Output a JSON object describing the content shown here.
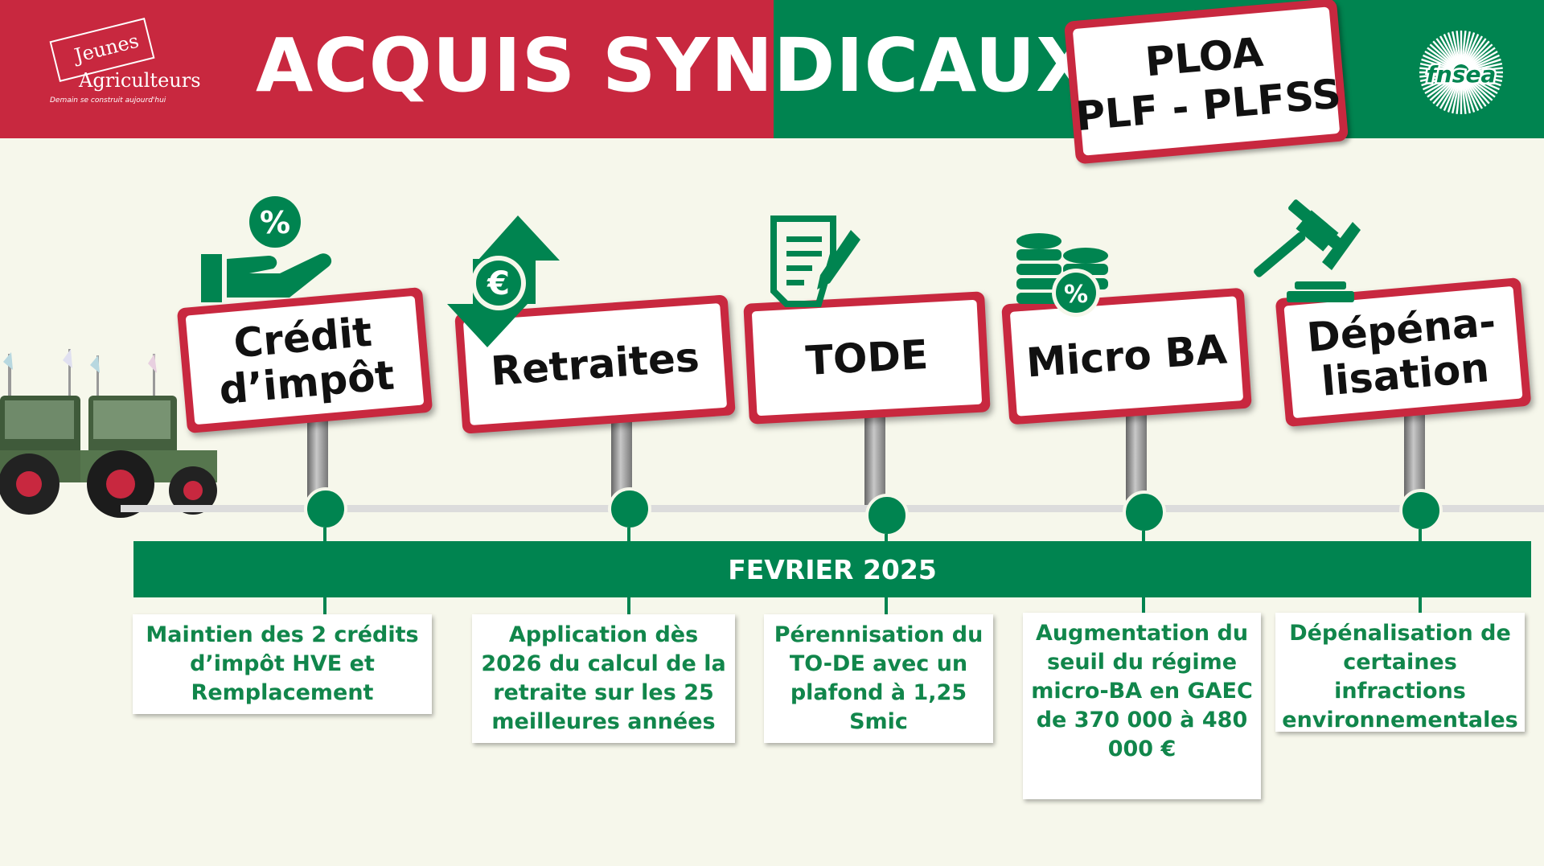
{
  "header": {
    "title": "ACQUIS SYNDICAUX",
    "logo_left": {
      "line1": "Jeunes",
      "line2": "Agriculteurs",
      "tagline": "Demain se construit aujourd'hui"
    },
    "logo_right": {
      "text": "fnsea"
    },
    "sign": {
      "line1": "PLOA",
      "line2": "PLF - PLFSS"
    }
  },
  "timeline": {
    "label": "FEVRIER 2025",
    "items": [
      {
        "sign_lines": [
          "Crédit",
          "d’impôt"
        ],
        "icon": "hand-percent-icon",
        "description": "Maintien des 2 crédits d’impôt HVE et Remplacement"
      },
      {
        "sign_lines": [
          "Retraites"
        ],
        "icon": "euro-arrows-icon",
        "description": "Application dès 2026 du calcul de la retraite sur les 25 meilleures années"
      },
      {
        "sign_lines": [
          "TODE"
        ],
        "icon": "document-pen-icon",
        "description": "Pérennisation du TO-DE avec un plafond à  1,25 Smic"
      },
      {
        "sign_lines": [
          "Micro BA"
        ],
        "icon": "coins-percent-icon",
        "description": "Augmentation du seuil du régime micro-BA en GAEC de 370 000 à 480 000 €"
      },
      {
        "sign_lines": [
          "Dépéna-",
          "lisation"
        ],
        "icon": "gavel-icon",
        "description": "Dépénalisation de certaines infractions environnementales"
      }
    ]
  },
  "colors": {
    "red": "#c8283f",
    "green": "#008450",
    "background": "#f6f7eb",
    "text_green": "#11864b"
  }
}
